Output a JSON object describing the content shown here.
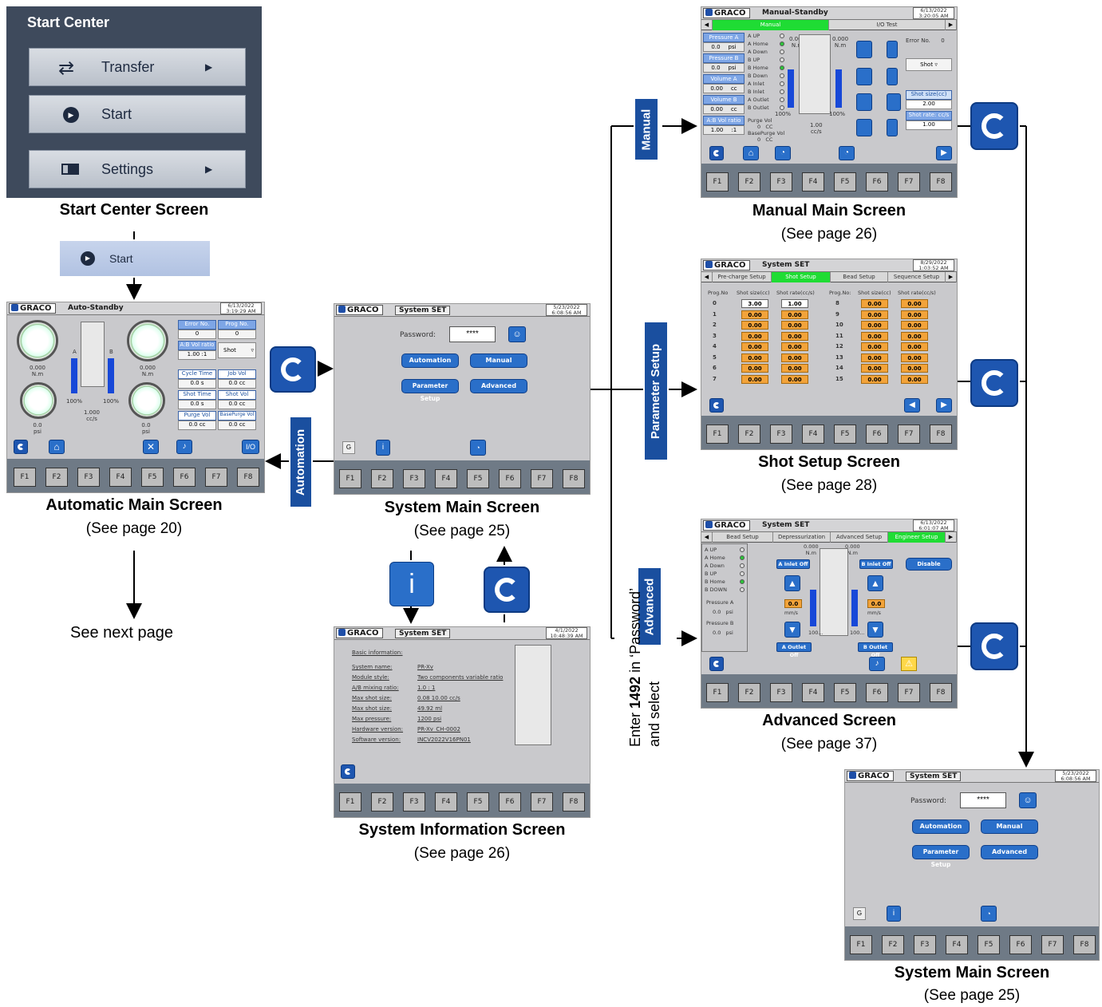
{
  "start_center": {
    "title": "Start Center",
    "items": [
      {
        "label": "Transfer",
        "icon": "transfer-icon"
      },
      {
        "label": "Start",
        "icon": "play-icon"
      },
      {
        "label": "Settings",
        "icon": "settings-icon"
      }
    ],
    "caption": "Start Center Screen",
    "start_button": "Start"
  },
  "auto_screen": {
    "screen_title": "Auto-Standby",
    "datetime_line1": "6/13/2022",
    "datetime_line2": "3:19:29 AM",
    "caption": "Automatic Main Screen",
    "page_ref": "(See page 20)",
    "labels": {
      "error_no": "Error No.",
      "prog_no": "Prog No.",
      "error_val": "0",
      "prog_val": "0",
      "ratio": "A:B Vol ratio",
      "ratio_val": "1.00",
      "ratio_unit": ":1",
      "shot": "Shot",
      "cycle_time": "Cycle Time",
      "job_vol": "Job Vol",
      "cycle_val": "0.0",
      "cycle_unit": "s",
      "job_val": "0.0",
      "job_unit": "cc",
      "shot_time": "Shot Time",
      "shot_vol": "Shot Vol",
      "shot_time_val": "0.0",
      "shot_time_unit": "s",
      "shot_vol_val": "0.0",
      "shot_vol_unit": "cc",
      "purge_vol": "Purge Vol",
      "base_purge": "BasePurge Vol",
      "purge_val": "0.0",
      "purge_unit": "cc",
      "base_val": "0.0",
      "base_unit": "cc",
      "torque_left": "0.000",
      "torque_right": "0.000",
      "torque_unit": "N.m",
      "psi_left": "0.0",
      "psi_right": "0.0",
      "psi_unit": "psi",
      "pct_left": "100%",
      "pct_right": "100%",
      "flow": "1.000",
      "flow_unit": "cc/s",
      "io": "I/O",
      "a": "A",
      "b": "B"
    }
  },
  "system_main": {
    "screen_title": "System SET",
    "datetime_line1": "5/23/2022",
    "datetime_line2": "6:08:56 AM",
    "password_label": "Password:",
    "password_value": "****",
    "buttons": [
      "Automation",
      "Manual",
      "Parameter Setup",
      "Advanced"
    ],
    "caption": "System Main Screen",
    "page_ref": "(See page 25)"
  },
  "system_info": {
    "screen_title": "System SET",
    "datetime_line1": "4/1/2022",
    "datetime_line2": "10:48:39 AM",
    "heading": "Basic information:",
    "rows": [
      {
        "label": "System name:",
        "value": "PR-Xv"
      },
      {
        "label": "Module style:",
        "value": "Two components variable ratio"
      },
      {
        "label": "A/B mixing ratio:",
        "value": "1.0  :  1"
      },
      {
        "label": "Max shot size:",
        "value": "0.08   10.00   cc/s"
      },
      {
        "label": "Max shot size:",
        "value": "49.92   ml"
      },
      {
        "label": "Max pressure:",
        "value": "1200 psi"
      },
      {
        "label": "Hardware version:",
        "value": "PR-Xv_CH-0002"
      },
      {
        "label": "Software version:",
        "value": "INCV2022V16PN01"
      }
    ],
    "caption": "System Information Screen",
    "page_ref": "(See page 26)"
  },
  "manual_screen": {
    "screen_title": "Manual-Standby",
    "datetime_line1": "6/13/2022",
    "datetime_line2": "3:20:05 AM",
    "tabs": [
      "Manual",
      "I/O  Test"
    ],
    "left": [
      {
        "head": "Pressure A",
        "val": "0.0",
        "unit": "psi"
      },
      {
        "head": "Pressure B",
        "val": "0.0",
        "unit": "psi"
      },
      {
        "head": "Volume A",
        "val": "0.00",
        "unit": "cc"
      },
      {
        "head": "Volume B",
        "val": "0.00",
        "unit": "cc"
      },
      {
        "head": "A:B Vol ratio",
        "val": "1.00",
        "unit": ":1"
      }
    ],
    "io": [
      {
        "label": "A UP",
        "on": false
      },
      {
        "label": "A Home",
        "on": true
      },
      {
        "label": "A Down",
        "on": false
      },
      {
        "label": "B UP",
        "on": false
      },
      {
        "label": "B Home",
        "on": true
      },
      {
        "label": "B Down",
        "on": false
      },
      {
        "label": "A Inlet",
        "on": false
      },
      {
        "label": "B Inlet",
        "on": false
      },
      {
        "label": "A Outlet",
        "on": false
      },
      {
        "label": "B Outlet",
        "on": false
      }
    ],
    "purge": "Purge Vol",
    "purge_val": "0",
    "purge_unit": "CC",
    "base_purge": "BasePurge Vol",
    "base_val": "0",
    "base_unit": "CC",
    "torque_l": "0.000",
    "torque_r": "0.000",
    "torque_unit": "N.m",
    "pct_l": "100%",
    "pct_r": "100%",
    "flow": "1.00",
    "flow_unit": "cc/s",
    "error": "Error No.",
    "error_val": "0",
    "shot": "Shot",
    "shot_size": "Shot size(cc)",
    "shot_size_val": "2.00",
    "shot_rate": "Shot rate:  cc/s",
    "shot_rate_val": "1.00",
    "caption": "Manual Main Screen",
    "page_ref": "(See page 26)"
  },
  "shot_screen": {
    "screen_title": "System SET",
    "datetime_line1": "8/29/2022",
    "datetime_line2": "1:03:52 AM",
    "tabs": [
      "Pre-charge Setup",
      "Shot Setup",
      "Bead Setup",
      "Sequence Setup"
    ],
    "headers": [
      "Prog.No",
      "Shot size(cc)",
      "Shot rate(cc/s)",
      "Prog.No:",
      "Shot size(cc)",
      "Shot rate(cc/s)"
    ],
    "rows": [
      [
        "0",
        "3.00",
        "1.00",
        "8",
        "0.00",
        "0.00"
      ],
      [
        "1",
        "0.00",
        "0.00",
        "9",
        "0.00",
        "0.00"
      ],
      [
        "2",
        "0.00",
        "0.00",
        "10",
        "0.00",
        "0.00"
      ],
      [
        "3",
        "0.00",
        "0.00",
        "11",
        "0.00",
        "0.00"
      ],
      [
        "4",
        "0.00",
        "0.00",
        "12",
        "0.00",
        "0.00"
      ],
      [
        "5",
        "0.00",
        "0.00",
        "13",
        "0.00",
        "0.00"
      ],
      [
        "6",
        "0.00",
        "0.00",
        "14",
        "0.00",
        "0.00"
      ],
      [
        "7",
        "0.00",
        "0.00",
        "15",
        "0.00",
        "0.00"
      ]
    ],
    "caption": "Shot Setup Screen",
    "page_ref": "(See page 28)"
  },
  "advanced_screen": {
    "screen_title": "System SET",
    "datetime_line1": "6/13/2022",
    "datetime_line2": "6:01:07 AM",
    "tabs": [
      "Bead Setup",
      "Depressurization",
      "Advanced Setup",
      "Engineer Setup"
    ],
    "io": [
      {
        "label": "A UP",
        "on": false
      },
      {
        "label": "A Home",
        "on": true
      },
      {
        "label": "A Down",
        "on": false
      },
      {
        "label": "B UP",
        "on": false
      },
      {
        "label": "B Home",
        "on": true
      },
      {
        "label": "B DOWN",
        "on": false
      }
    ],
    "pa": "Pressure A",
    "pa_val": "0.0",
    "pa_unit": "psi",
    "pb": "Pressure B",
    "pb_val": "0.0",
    "pb_unit": "psi",
    "a_inlet": "A Inlet Off",
    "b_inlet": "B Inlet Off",
    "a_outlet": "A Outlet Off",
    "b_outlet": "B Outlet Off",
    "disable": "Disable",
    "speed_a": "0.0",
    "speed_b": "0.0",
    "speed_unit": "mm/s",
    "torque_l": "0.000",
    "torque_r": "0.000",
    "torque_unit": "N.m",
    "pct_l": "100...",
    "pct_r": "100...",
    "caption": "Advanced Screen",
    "page_ref": "(See page 37)"
  },
  "fkeys": [
    "F1",
    "F2",
    "F3",
    "F4",
    "F5",
    "F6",
    "F7",
    "F8"
  ],
  "flow_labels": {
    "manual": "Manual",
    "parameter": "Parameter Setup",
    "advanced": "Advanced",
    "automation": "Automation",
    "see_next": "See next page",
    "password_note_1": "Enter ",
    "password_note_bold": "1492",
    "password_note_2": " in ‘Password’",
    "password_note_3": "and select"
  }
}
